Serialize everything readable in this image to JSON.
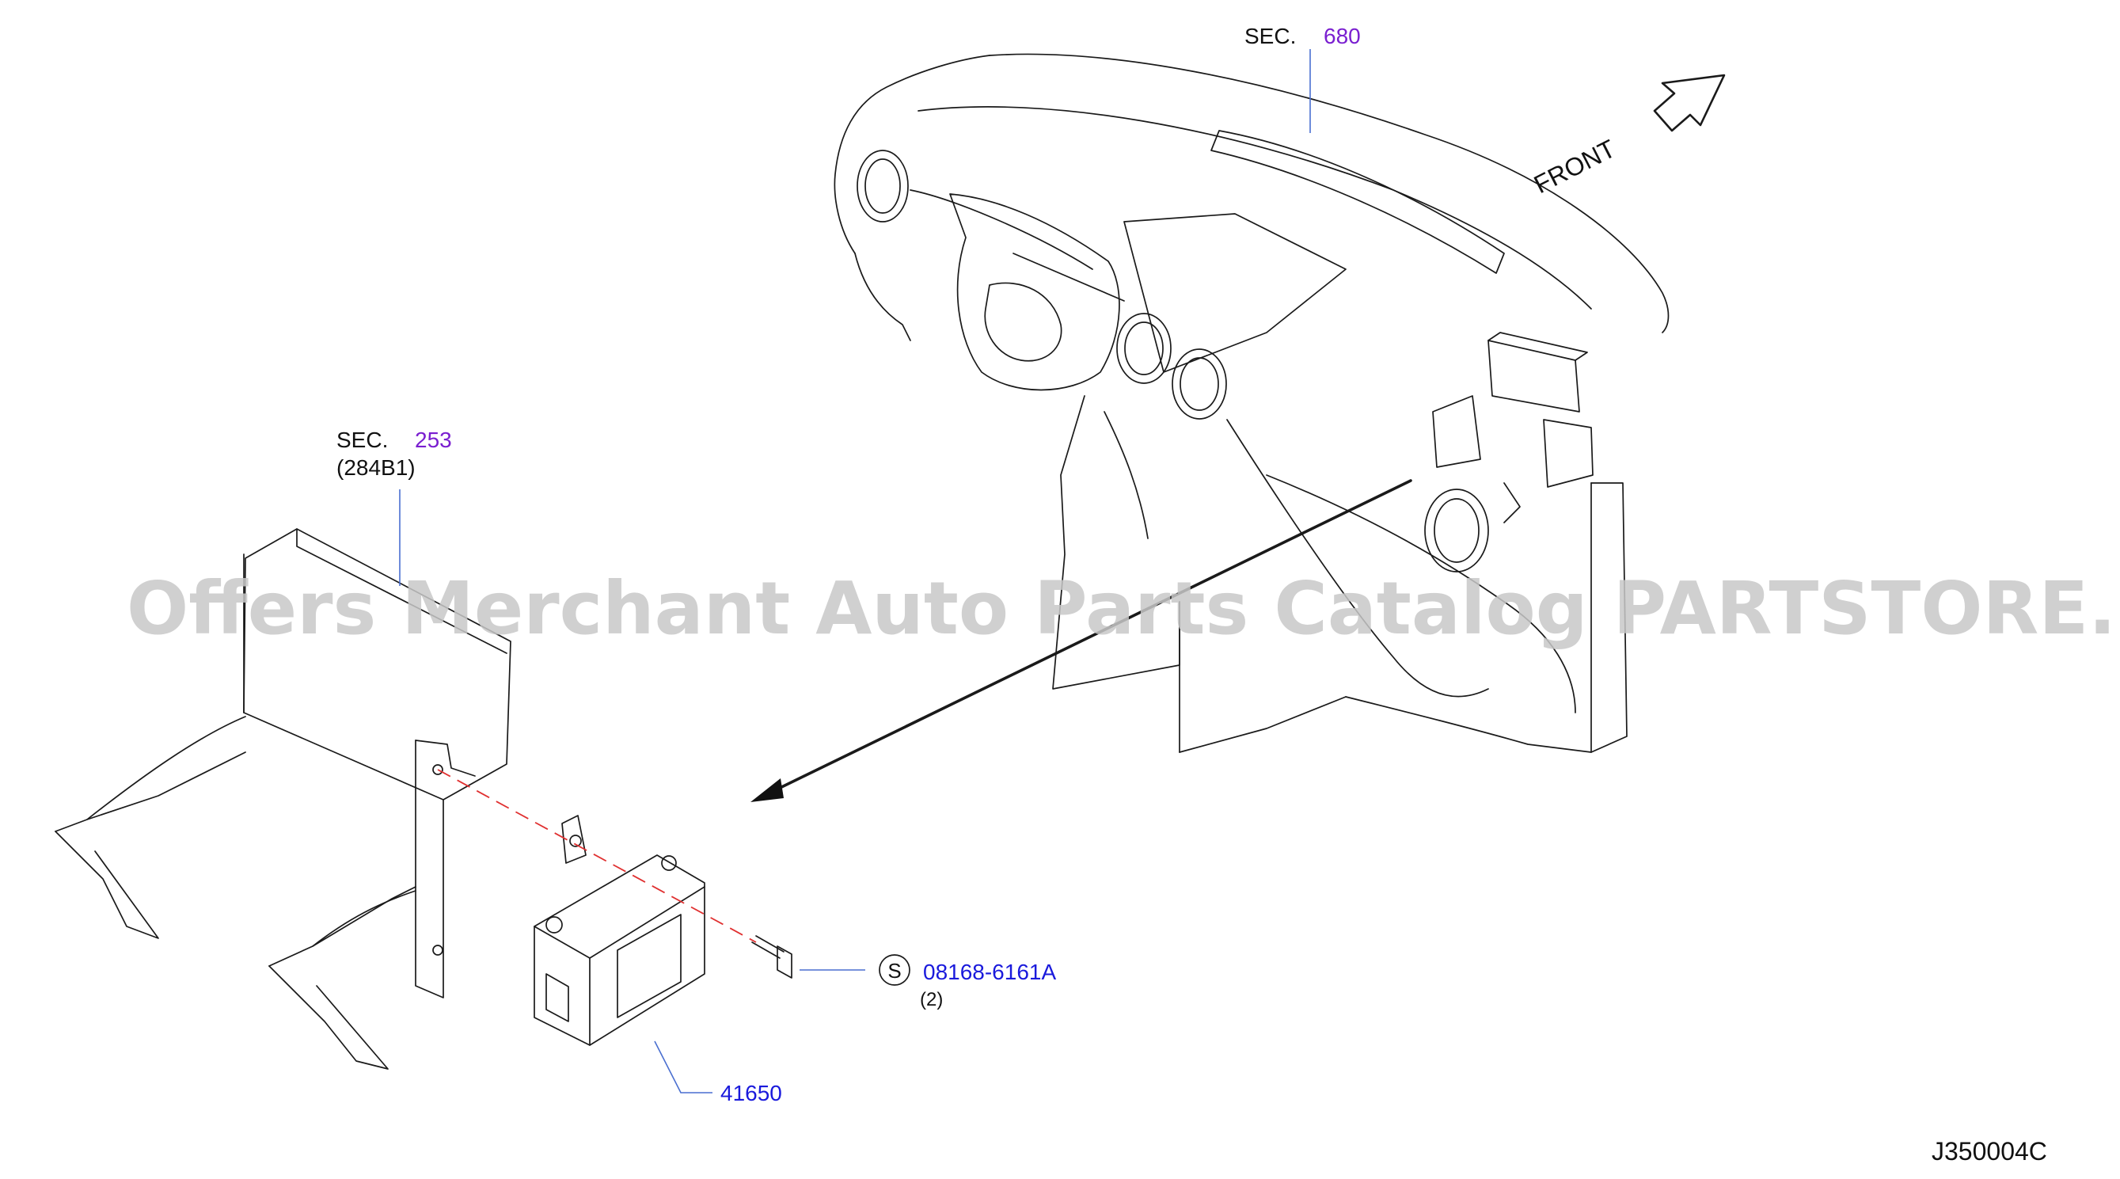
{
  "labels": {
    "sec_dash_prefix": "SEC.",
    "sec_dash_num": "680",
    "sec_ctrl_prefix": "SEC.",
    "sec_ctrl_num": "253",
    "sec_ctrl_sub": "(284B1)",
    "front": "FRONT",
    "bolt_part": "08168-6161A",
    "bolt_qty": "(2)",
    "bolt_symbol": "S",
    "module_part": "41650",
    "drawing_code": "J350004C"
  },
  "watermark": "Offers Merchant Auto Parts Catalog PARTSTORE.SA",
  "colors": {
    "part_number": "#1a1adc",
    "section_ref": "#7a1fd0",
    "leader": "#4a6fd0",
    "line": "#1a1a1a",
    "centerline": "#e03030"
  }
}
